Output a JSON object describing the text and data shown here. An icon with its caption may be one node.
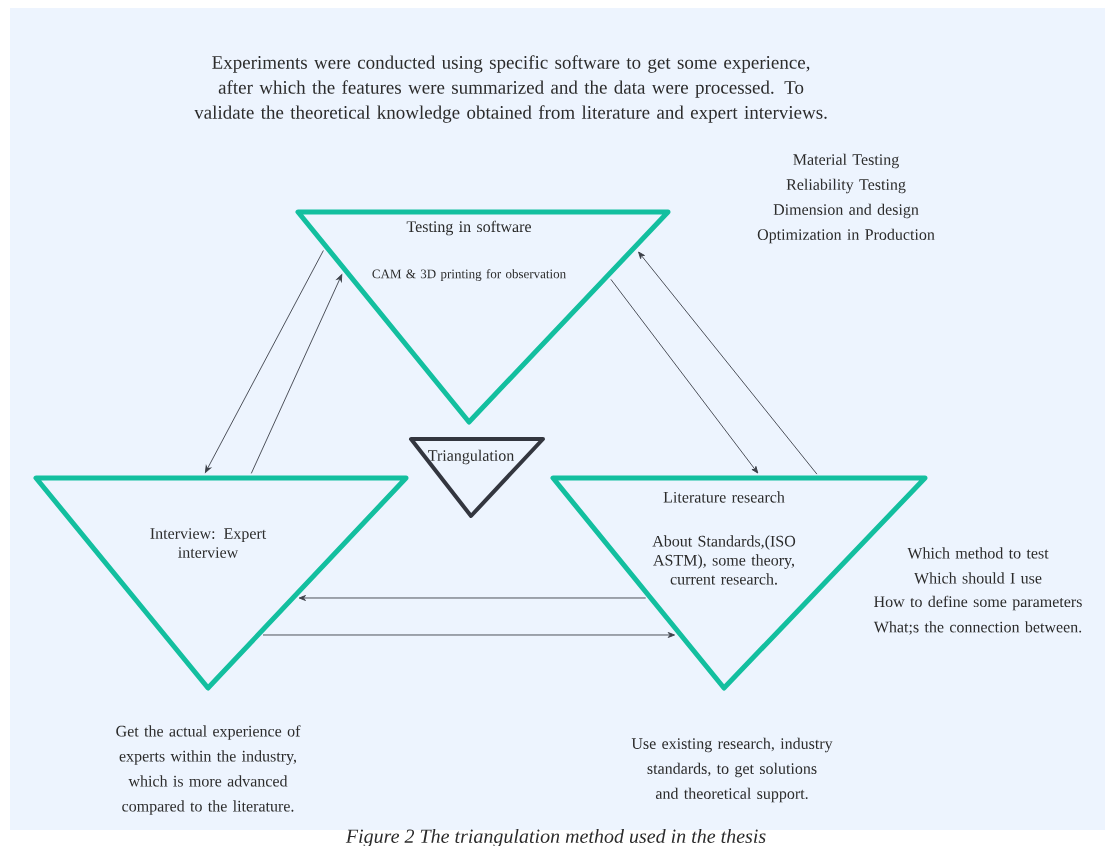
{
  "diagram": {
    "title": "Experiments were conducted using specific software to get some experience, after which the features were summarized and the data were processed. To validate the theoretical knowledge obtained from literature and expert interviews.",
    "caption": "Figure 2 The triangulation method used in the thesis",
    "nodes": [
      {
        "text": [
          "Testing in software",
          "CAM & 3D printing for observation"
        ],
        "beside": [
          "Material Testing",
          "Reliability Testing",
          "Dimension and design",
          "Optimization in Production"
        ]
      },
      {
        "text": [
          "Triangulation"
        ]
      },
      {
        "text": [
          "Interview: Expert interview"
        ],
        "beside": [
          "Get the actual experience of experts within the industry, which is more advanced compared to the literature."
        ]
      },
      {
        "text": [
          "Literature research",
          "About Standards,(ISO ASTM), some theory, current research."
        ],
        "beside": [
          "Which method to test",
          "Which should I use",
          "How to define some parameters",
          "What;s the connection between.",
          "Use existing research, industry standards, to get solutions and theoretical support."
        ]
      }
    ],
    "edges": [
      {
        "from": 0,
        "to": 2,
        "arrow": "to"
      },
      {
        "from": 2,
        "to": 0,
        "arrow": "to"
      },
      {
        "from": 0,
        "to": 3,
        "arrow": "to"
      },
      {
        "from": 3,
        "to": 0,
        "arrow": "to"
      },
      {
        "from": 3,
        "to": 2,
        "arrow": "to"
      },
      {
        "from": 2,
        "to": 3,
        "arrow": "to"
      }
    ]
  }
}
